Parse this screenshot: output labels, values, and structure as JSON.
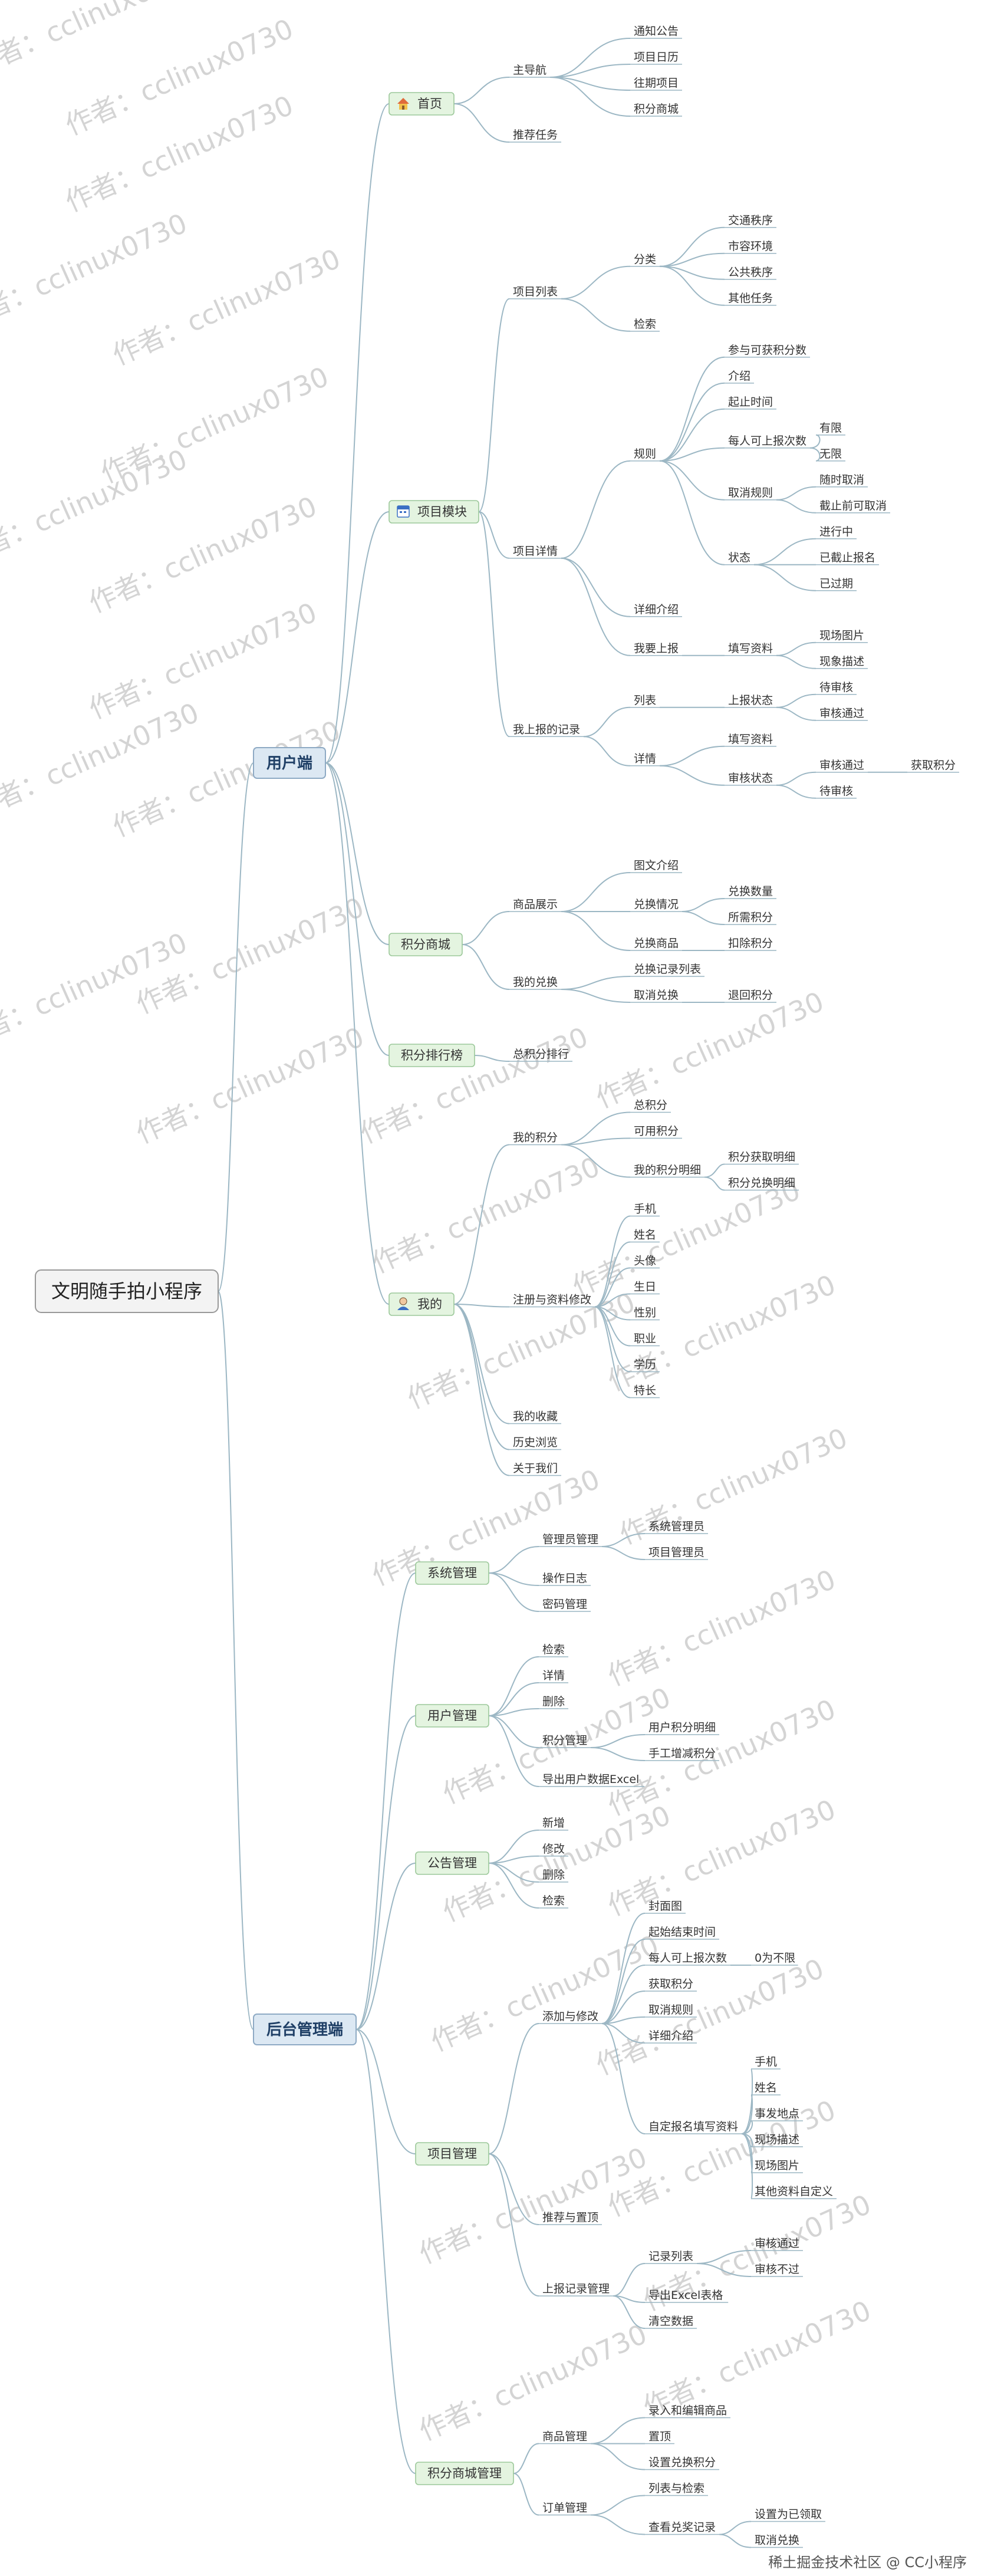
{
  "root": "文明随手拍小程序",
  "footer": "@ CC小程序",
  "footer_prefix": "稀土掘金技术社区",
  "watermark": "作者：cclinux0730",
  "colors": {
    "line": "#9cb7c4",
    "l2_fill": "#dce8f3",
    "l2_stroke": "#8eaac4",
    "l3_fill": "#e4f4e0",
    "l3_stroke": "#9cc89a",
    "root_fill": "#f3f3f3"
  },
  "icons": {
    "home": "house-icon",
    "project": "calendar-icon",
    "mine": "user-icon"
  },
  "tree": [
    {
      "label": "用户端",
      "children": [
        {
          "label": "首页",
          "icon": "home",
          "children": [
            {
              "label": "主导航",
              "children": [
                {
                  "label": "通知公告"
                },
                {
                  "label": "项目日历"
                },
                {
                  "label": "往期项目"
                },
                {
                  "label": "积分商城"
                }
              ]
            },
            {
              "label": "推荐任务"
            }
          ]
        },
        {
          "label": "项目模块",
          "icon": "project",
          "children": [
            {
              "label": "项目列表",
              "children": [
                {
                  "label": "分类",
                  "children": [
                    {
                      "label": "交通秩序"
                    },
                    {
                      "label": "市容环境"
                    },
                    {
                      "label": "公共秩序"
                    },
                    {
                      "label": "其他任务"
                    }
                  ]
                },
                {
                  "label": "检索"
                }
              ]
            },
            {
              "label": "项目详情",
              "children": [
                {
                  "label": "规则",
                  "children": [
                    {
                      "label": "参与可获积分数"
                    },
                    {
                      "label": "介绍"
                    },
                    {
                      "label": "起止时间"
                    },
                    {
                      "label": "每人可上报次数",
                      "children": [
                        {
                          "label": "有限"
                        },
                        {
                          "label": "无限"
                        }
                      ]
                    },
                    {
                      "label": "取消规则",
                      "children": [
                        {
                          "label": "随时取消"
                        },
                        {
                          "label": "截止前可取消"
                        }
                      ]
                    },
                    {
                      "label": "状态",
                      "children": [
                        {
                          "label": "进行中"
                        },
                        {
                          "label": "已截止报名"
                        },
                        {
                          "label": "已过期"
                        }
                      ]
                    }
                  ]
                },
                {
                  "label": "详细介绍"
                },
                {
                  "label": "我要上报",
                  "children": [
                    {
                      "label": "填写资料",
                      "children": [
                        {
                          "label": "现场图片"
                        },
                        {
                          "label": "现象描述"
                        }
                      ]
                    }
                  ]
                }
              ]
            },
            {
              "label": "我上报的记录",
              "children": [
                {
                  "label": "列表",
                  "children": [
                    {
                      "label": "上报状态",
                      "children": [
                        {
                          "label": "待审核"
                        },
                        {
                          "label": "审核通过"
                        }
                      ]
                    }
                  ]
                },
                {
                  "label": "详情",
                  "children": [
                    {
                      "label": "填写资料"
                    },
                    {
                      "label": "审核状态",
                      "children": [
                        {
                          "label": "审核通过",
                          "children": [
                            {
                              "label": "获取积分"
                            }
                          ]
                        },
                        {
                          "label": "待审核"
                        }
                      ]
                    }
                  ]
                }
              ]
            }
          ]
        },
        {
          "label": "积分商城",
          "children": [
            {
              "label": "商品展示",
              "children": [
                {
                  "label": "图文介绍"
                },
                {
                  "label": "兑换情况",
                  "children": [
                    {
                      "label": "兑换数量"
                    },
                    {
                      "label": "所需积分"
                    }
                  ]
                },
                {
                  "label": "兑换商品",
                  "children": [
                    {
                      "label": "扣除积分"
                    }
                  ]
                }
              ]
            },
            {
              "label": "我的兑换",
              "children": [
                {
                  "label": "兑换记录列表"
                },
                {
                  "label": "取消兑换",
                  "children": [
                    {
                      "label": "退回积分"
                    }
                  ]
                }
              ]
            }
          ]
        },
        {
          "label": "积分排行榜",
          "children": [
            {
              "label": "总积分排行"
            }
          ]
        },
        {
          "label": "我的",
          "icon": "mine",
          "children": [
            {
              "label": "我的积分",
              "children": [
                {
                  "label": "总积分"
                },
                {
                  "label": "可用积分"
                },
                {
                  "label": "我的积分明细",
                  "children": [
                    {
                      "label": "积分获取明细"
                    },
                    {
                      "label": "积分兑换明细"
                    }
                  ]
                }
              ]
            },
            {
              "label": "注册与资料修改",
              "children": [
                {
                  "label": "手机"
                },
                {
                  "label": "姓名"
                },
                {
                  "label": "头像"
                },
                {
                  "label": "生日"
                },
                {
                  "label": "性别"
                },
                {
                  "label": "职业"
                },
                {
                  "label": "学历"
                },
                {
                  "label": "特长"
                }
              ]
            },
            {
              "label": "我的收藏"
            },
            {
              "label": "历史浏览"
            },
            {
              "label": "关于我们"
            }
          ]
        }
      ]
    },
    {
      "label": "后台管理端",
      "children": [
        {
          "label": "系统管理",
          "children": [
            {
              "label": "管理员管理",
              "children": [
                {
                  "label": "系统管理员"
                },
                {
                  "label": "项目管理员"
                }
              ]
            },
            {
              "label": "操作日志"
            },
            {
              "label": "密码管理"
            }
          ]
        },
        {
          "label": "用户管理",
          "children": [
            {
              "label": "检索"
            },
            {
              "label": "详情"
            },
            {
              "label": "删除"
            },
            {
              "label": "积分管理",
              "children": [
                {
                  "label": "用户积分明细"
                },
                {
                  "label": "手工增减积分"
                }
              ]
            },
            {
              "label": "导出用户数据Excel"
            }
          ]
        },
        {
          "label": "公告管理",
          "children": [
            {
              "label": "新增"
            },
            {
              "label": "修改"
            },
            {
              "label": "删除"
            },
            {
              "label": "检索"
            }
          ]
        },
        {
          "label": "项目管理",
          "children": [
            {
              "label": "添加与修改",
              "children": [
                {
                  "label": "封面图"
                },
                {
                  "label": "起始结束时间"
                },
                {
                  "label": "每人可上报次数",
                  "children": [
                    {
                      "label": "0为不限"
                    }
                  ]
                },
                {
                  "label": "获取积分"
                },
                {
                  "label": "取消规则"
                },
                {
                  "label": "详细介绍"
                },
                {
                  "label": "自定报名填写资料",
                  "children": [
                    {
                      "label": "手机"
                    },
                    {
                      "label": "姓名"
                    },
                    {
                      "label": "事发地点"
                    },
                    {
                      "label": "现场描述"
                    },
                    {
                      "label": "现场图片"
                    },
                    {
                      "label": "其他资料自定义"
                    }
                  ]
                }
              ]
            },
            {
              "label": "推荐与置顶"
            },
            {
              "label": "上报记录管理",
              "children": [
                {
                  "label": "记录列表",
                  "children": [
                    {
                      "label": "审核通过"
                    },
                    {
                      "label": "审核不过"
                    }
                  ]
                },
                {
                  "label": "导出Excel表格"
                },
                {
                  "label": "清空数据"
                }
              ]
            }
          ]
        },
        {
          "label": "积分商城管理",
          "children": [
            {
              "label": "商品管理",
              "children": [
                {
                  "label": "录入和编辑商品"
                },
                {
                  "label": "置顶"
                },
                {
                  "label": "设置兑换积分"
                }
              ]
            },
            {
              "label": "订单管理",
              "children": [
                {
                  "label": "列表与检索"
                },
                {
                  "label": "查看兑奖记录",
                  "children": [
                    {
                      "label": "设置为已领取"
                    },
                    {
                      "label": "取消兑换"
                    }
                  ]
                }
              ]
            }
          ]
        }
      ]
    }
  ]
}
